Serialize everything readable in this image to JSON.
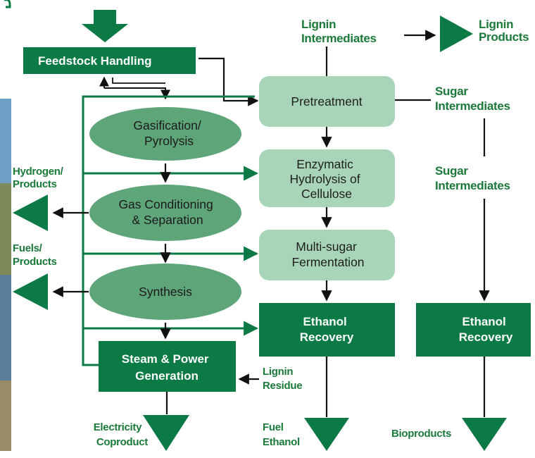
{
  "feedstock": "Feedstock Handling",
  "lignin_intermediates": [
    "Lignin",
    "Intermediates"
  ],
  "lignin_products": [
    "Lignin",
    "Products"
  ],
  "pretreatment": "Pretreatment",
  "sugar_intermediates_1": [
    "Sugar",
    "Intermediates"
  ],
  "sugar_intermediates_2": [
    "Sugar",
    "Intermediates"
  ],
  "gasification": [
    "Gasification/",
    "Pyrolysis"
  ],
  "enzymatic": [
    "Enzymatic",
    "Hydrolysis of",
    "Cellulose"
  ],
  "hydrogen_products": [
    "Hydrogen/",
    "Products"
  ],
  "gas_conditioning": [
    "Gas Conditioning",
    "& Separation"
  ],
  "fuels_products": [
    "Fuels/",
    "Products"
  ],
  "multi_sugar": [
    "Multi-sugar",
    "Fermentation"
  ],
  "synthesis": "Synthesis",
  "ethanol_recovery_1": [
    "Ethanol",
    "Recovery"
  ],
  "ethanol_recovery_2": [
    "Ethanol",
    "Recovery"
  ],
  "steam_power": [
    "Steam & Power",
    "Generation"
  ],
  "lignin_residue": [
    "Lignin",
    "Residue"
  ],
  "electricity": [
    "Electricity",
    "Coproduct"
  ],
  "fuel_ethanol": [
    "Fuel",
    "Ethanol"
  ],
  "bioproducts": "Bioproducts",
  "colors": {
    "dark_green": "#0b7a45",
    "light_green": "#a8d5b8",
    "mid_green": "#5ea67a",
    "line": "#111111"
  }
}
